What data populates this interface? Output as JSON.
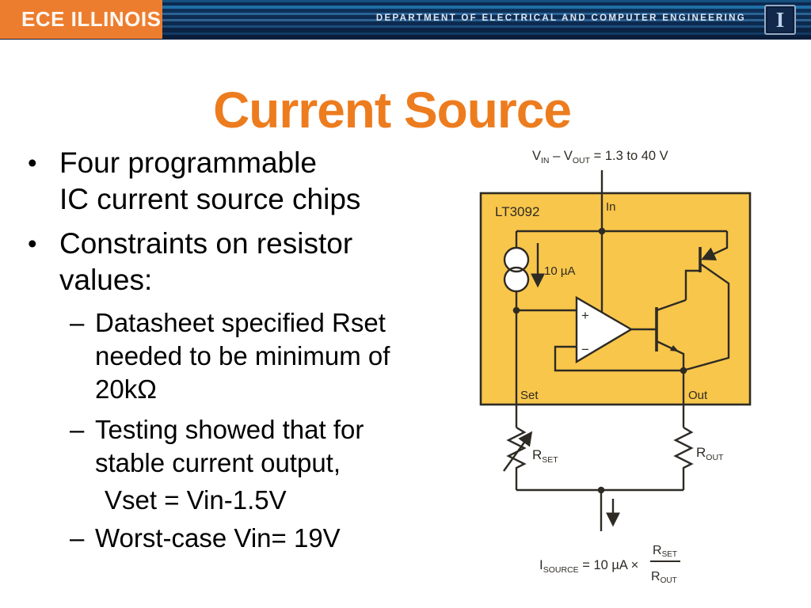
{
  "header": {
    "brand": "ECE ILLINOIS",
    "department": "DEPARTMENT OF ELECTRICAL AND COMPUTER ENGINEERING",
    "university_mark": "I",
    "colors": {
      "orange": "#ED7D2E",
      "navy": "#0D2A4E"
    }
  },
  "slide": {
    "title": "Current Source",
    "title_color": "#ED7C1E",
    "bullets": [
      {
        "level": 1,
        "marker": "•",
        "lines": [
          "Four programmable",
          "IC current source chips"
        ]
      },
      {
        "level": 1,
        "marker": "•",
        "lines": [
          "Constraints on resistor",
          "values:"
        ]
      },
      {
        "level": 2,
        "marker": "–",
        "lines": [
          "Datasheet specified Rset",
          "needed to be minimum of",
          "20kΩ"
        ]
      },
      {
        "level": 2,
        "marker": "–",
        "lines": [
          "Testing showed that for",
          "stable current output,"
        ]
      },
      {
        "level": 3,
        "marker": "",
        "lines": [
          "Vset = Vin-1.5V"
        ]
      },
      {
        "level": 2,
        "marker": "–",
        "lines": [
          "Worst-case Vin= 19V"
        ]
      }
    ]
  },
  "diagram": {
    "chip": "LT3092",
    "pins": {
      "in": "In",
      "set": "Set",
      "out": "Out"
    },
    "current_ref": "10 µA",
    "top_label": [
      "V",
      "IN",
      " – V",
      "OUT",
      " = 1.3 to 40 V"
    ],
    "opamp": {
      "plus": "+",
      "minus": "−"
    },
    "rset": [
      "R",
      "SET"
    ],
    "rout": [
      "R",
      "OUT"
    ],
    "formula": {
      "lhs": [
        "I",
        "SOURCE"
      ],
      "mid": " = 10 µA ×",
      "num": [
        "R",
        "SET"
      ],
      "den": [
        "R",
        "OUT"
      ]
    },
    "colors": {
      "box_fill": "#F8C64B",
      "ink": "#2E2B24"
    }
  }
}
